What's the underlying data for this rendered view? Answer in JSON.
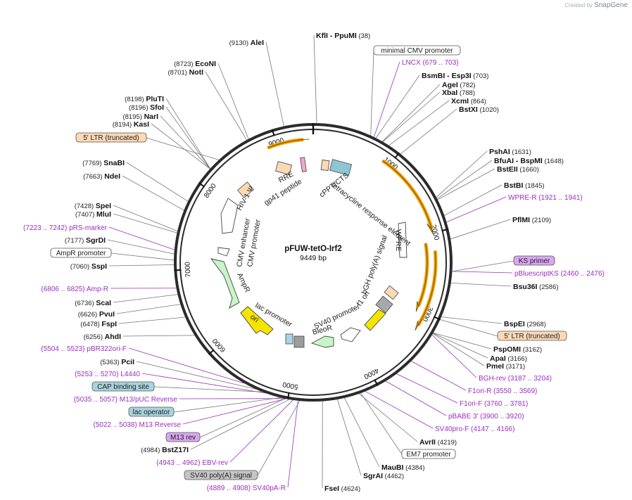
{
  "credit": {
    "prefix": "Created by",
    "brand": "SnapGene"
  },
  "plasmid": {
    "name": "pFUW-tetO-Irf2",
    "length": "9449 bp",
    "bp": 9449
  },
  "ticks": [
    "1000",
    "2000",
    "3000",
    "4000",
    "5000",
    "6000",
    "7000",
    "8000",
    "9000"
  ],
  "enzymes_right": [
    {
      "name": "KflI",
      "extra": "- PpuMI",
      "pos": "(38)"
    },
    {
      "name": "BsmBI",
      "extra": "- Esp3I",
      "pos": "(703)"
    },
    {
      "name": "AgeI",
      "pos": "(782)"
    },
    {
      "name": "XbaI",
      "pos": "(788)"
    },
    {
      "name": "XcmI",
      "pos": "(864)"
    },
    {
      "name": "BstXI",
      "pos": "(1020)"
    },
    {
      "name": "PshAI",
      "pos": "(1631)"
    },
    {
      "name": "BfuAI",
      "extra": "- BspMI",
      "pos": "(1648)"
    },
    {
      "name": "BstEII",
      "pos": "(1660)"
    },
    {
      "name": "BstBI",
      "pos": "(1845)"
    },
    {
      "name": "PflMI",
      "pos": "(2109)"
    },
    {
      "name": "Bsu36I",
      "pos": "(2586)"
    },
    {
      "name": "BspEI",
      "pos": "(2968)"
    },
    {
      "name": "PspOMI",
      "pos": "(3162)"
    },
    {
      "name": "ApaI",
      "pos": "(3166)"
    },
    {
      "name": "PmeI",
      "pos": "(3171)"
    },
    {
      "name": "AvrII",
      "pos": "(4219)"
    },
    {
      "name": "MauBI",
      "pos": "(4384)"
    },
    {
      "name": "SgrAI",
      "pos": "(4462)"
    },
    {
      "name": "FseI",
      "pos": "(4624)"
    }
  ],
  "enzymes_left": [
    {
      "name": "AleI",
      "pos": "(9130)"
    },
    {
      "name": "EcoNI",
      "pos": "(8723)"
    },
    {
      "name": "NotI",
      "pos": "(8701)"
    },
    {
      "name": "PluTI",
      "pos": "(8198)"
    },
    {
      "name": "SfoI",
      "pos": "(8196)"
    },
    {
      "name": "NarI",
      "pos": "(8195)"
    },
    {
      "name": "KasI",
      "pos": "(8194)"
    },
    {
      "name": "SnaBI",
      "pos": "(7769)"
    },
    {
      "name": "NdeI",
      "pos": "(7663)"
    },
    {
      "name": "SpeI",
      "pos": "(7428)"
    },
    {
      "name": "MluI",
      "pos": "(7407)"
    },
    {
      "name": "SgrDI",
      "pos": "(7177)"
    },
    {
      "name": "SspI",
      "pos": "(7060)"
    },
    {
      "name": "ScaI",
      "pos": "(6736)"
    },
    {
      "name": "PvuI",
      "pos": "(6626)"
    },
    {
      "name": "FspI",
      "pos": "(6478)"
    },
    {
      "name": "AhdI",
      "pos": "(6256)"
    },
    {
      "name": "PciI",
      "pos": "(5363)"
    },
    {
      "name": "BstZ17I",
      "pos": "(4984)"
    }
  ],
  "primers_right": [
    {
      "name": "LNCX",
      "pos": "(679 .. 703)"
    },
    {
      "name": "WPRE-R",
      "pos": "(1921 .. 1941)"
    },
    {
      "name": "pBluescriptKS",
      "pos": "(2460 .. 2476)"
    },
    {
      "name": "BGH-rev",
      "pos": "(3187 .. 3204)"
    },
    {
      "name": "F1ori-R",
      "pos": "(3550 .. 3569)"
    },
    {
      "name": "F1ori-F",
      "pos": "(3760 .. 3781)"
    },
    {
      "name": "pBABE 3'",
      "pos": "(3900 .. 3920)"
    },
    {
      "name": "SV40pro-F",
      "pos": "(4147 .. 4166)"
    }
  ],
  "primers_left": [
    {
      "name": "pRS-marker",
      "pos": "(7223 .. 7242)"
    },
    {
      "name": "Amp-R",
      "pos": "(6806 .. 6825)"
    },
    {
      "name": "pBR322ori-F",
      "pos": "(5504 .. 5523)"
    },
    {
      "name": "L4440",
      "pos": "(5253 .. 5270)"
    },
    {
      "name": "M13/pUC Reverse",
      "pos": "(5035 .. 5057)"
    },
    {
      "name": "M13 Reverse",
      "pos": "(5022 .. 5038)"
    },
    {
      "name": "EBV-rev",
      "pos": "(4943 .. 4962)"
    },
    {
      "name": "SV40pA-R",
      "pos": "(4889 .. 4908)"
    }
  ],
  "feature_boxes": [
    {
      "name": "minimal CMV promoter",
      "style": "white"
    },
    {
      "name": "5' LTR (truncated)",
      "style": "peach"
    },
    {
      "name": "AmpR promoter",
      "style": "white"
    },
    {
      "name": "KS primer",
      "style": "violet"
    },
    {
      "name": "5' LTR (truncated)",
      "style": "peach"
    },
    {
      "name": "EM7 promoter",
      "style": "white"
    },
    {
      "name": "CAP binding site",
      "style": "teal"
    },
    {
      "name": "lac operator",
      "style": "teal"
    },
    {
      "name": "M13 rev",
      "style": "violet"
    },
    {
      "name": "SV40 poly(A) signal",
      "style": "gray"
    }
  ],
  "inner_labels": [
    "tetracycline response element",
    "cPPT/CTS",
    "RRE",
    "gp41 peptide",
    "HIV-1 Ψ",
    "WPRE",
    "bGH poly(A) signal",
    "f1 ori",
    "SV40 promoter",
    "BleoR",
    "lac promoter",
    "ori",
    "AmpR",
    "CMV enhancer",
    "CMV promoter"
  ],
  "colors": {
    "ring": "#2b2b2b",
    "primer": "#9b2fbf",
    "orange": "#f4a300",
    "green_arrow": "#c8f5c8",
    "yellow": "#f5e400",
    "peach": "#fbd9b5",
    "teal": "#a7d3dc",
    "violet": "#d9a6f0",
    "gray": "#c5c5c5"
  }
}
